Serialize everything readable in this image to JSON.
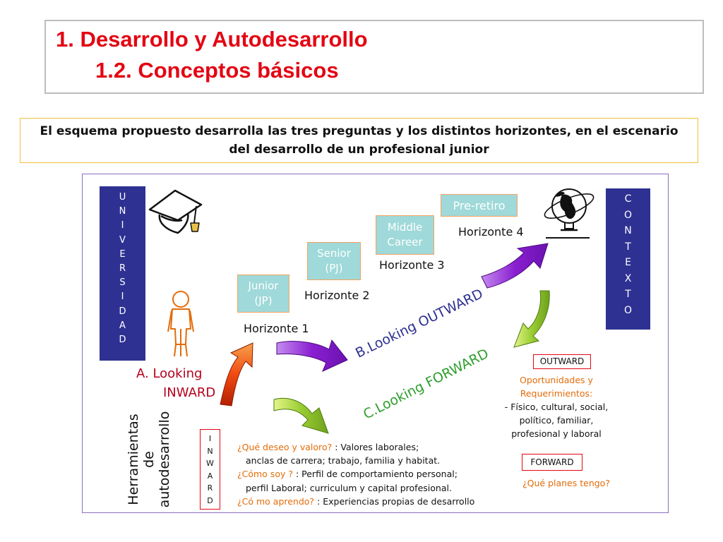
{
  "title": {
    "line1": "1. Desarrollo y Autodesarrollo",
    "line2": "1.2. Conceptos básicos"
  },
  "intro": "El esquema propuesto desarrolla las tres preguntas y los distintos horizontes, en el escenario del desarrollo de un profesional junior",
  "universidad_letters": [
    "U",
    "N",
    "I",
    "V",
    "E",
    "R",
    "S",
    "I",
    "D",
    "A",
    "D"
  ],
  "contexto_letters": [
    "C",
    "O",
    "N",
    "T",
    "E",
    "X",
    "T",
    "O"
  ],
  "inward_letters": [
    "I",
    "N",
    "W",
    "A",
    "R",
    "D"
  ],
  "stages": {
    "junior": [
      "Junior",
      "(JP)"
    ],
    "senior": [
      "Senior",
      "(PJ)"
    ],
    "middle": [
      "Middle",
      "Career"
    ],
    "preretiro": "Pre-retiro"
  },
  "horizons": {
    "h1": "Horizonte 1",
    "h2": "Horizonte 2",
    "h3": "Horizonte 3",
    "h4": "Horizonte 4"
  },
  "labels": {
    "looking_outward": "B.Looking OUTWARD",
    "looking_forward": "C.Looking FORWARD",
    "looking_inward_1": "A. Looking",
    "looking_inward_2": "INWARD",
    "herramientas": [
      "Herramientas",
      "de",
      "autodesarrollo"
    ]
  },
  "outward_box": {
    "tag": "OUTWARD",
    "line1": "Oportunidades y",
    "line2": "Requerimientos:",
    "line3": "- Físico, cultural, social,",
    "line4": "político, familiar,",
    "line5": "profesional y laboral"
  },
  "forward_box": {
    "tag": "FORWARD",
    "question": "¿Qué  planes tengo?"
  },
  "inward_questions": {
    "q1": "¿Qué  deseo y valoro?",
    "a1": " : Valores laborales;",
    "a1b": "anclas de carrera; trabajo, familia y habitat.",
    "q2": "¿Cómo soy ?",
    "a2": "   : Perfil de comportamiento personal;",
    "a2b": "perfil Laboral; curriculum y capital profesional.",
    "q3": "¿Có mo aprendo?",
    "a3": "   : Experiencias propias de desarrollo"
  },
  "colors": {
    "title_red": "#e30613",
    "bar_blue": "#2e3192",
    "stage_teal": "#9fd9d9",
    "arrow_purple": "#8a1fd1",
    "arrow_green": "#9acd32",
    "arrow_red": "#e23a12",
    "question_orange": "#e36c0a"
  },
  "icons": [
    "graduation-cap-icon",
    "globe-icon",
    "person-icon"
  ]
}
